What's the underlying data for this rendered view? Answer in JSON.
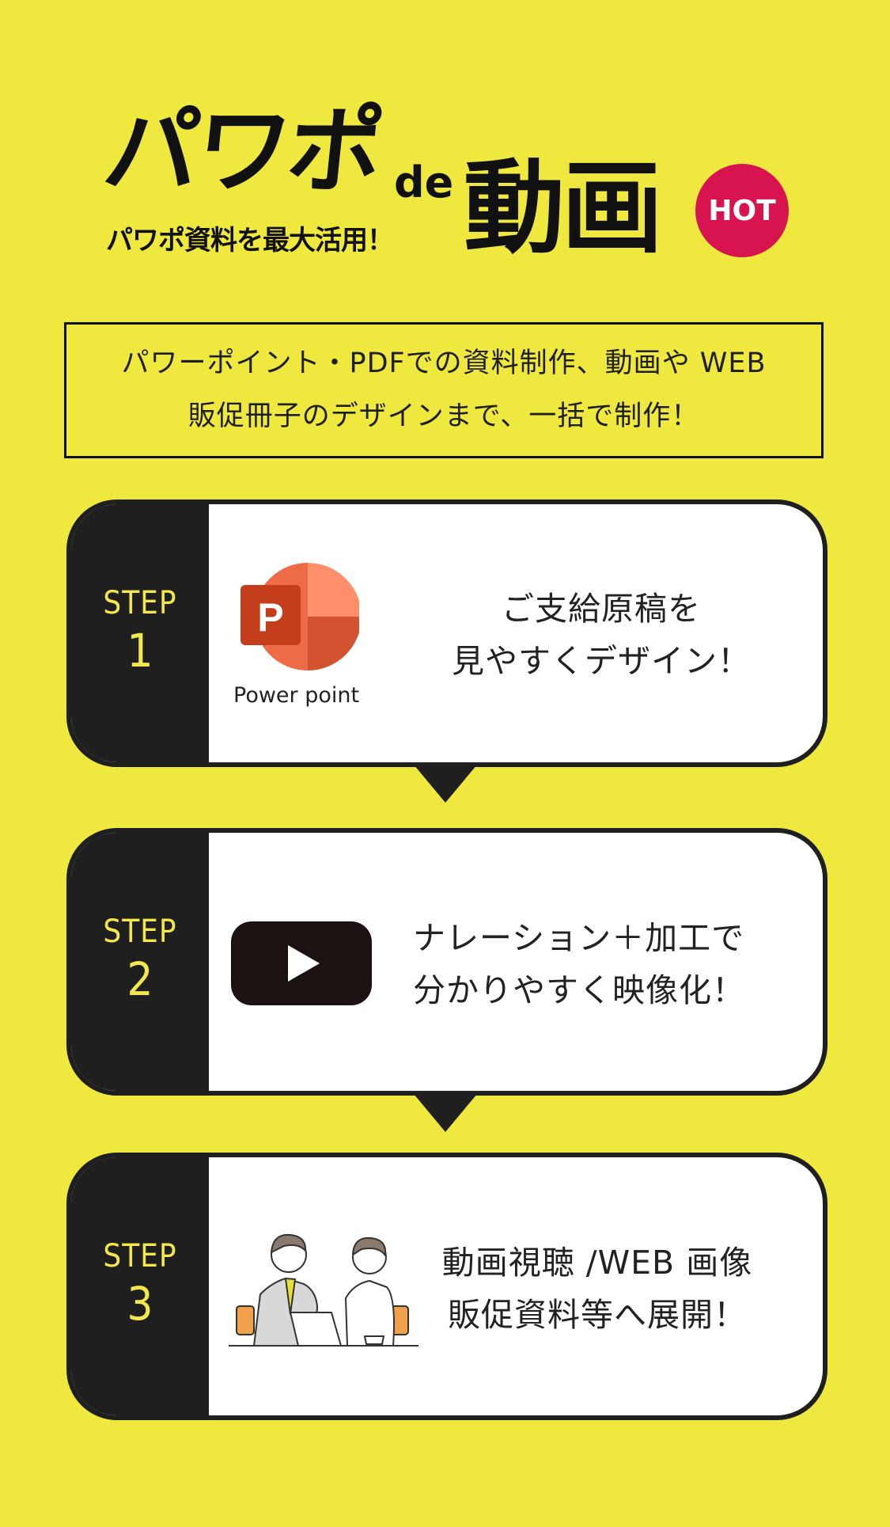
{
  "header": {
    "title_main": "パワポ",
    "title_de": "de",
    "title_douga": "動画",
    "subtitle": "パワポ資料を最大活用！",
    "badge": "HOT"
  },
  "intro": {
    "line1": "パワーポイント・PDFでの資料制作、動画や WEB",
    "line2": "販促冊子のデザインまで、一括で制作！"
  },
  "steps": [
    {
      "label": "STEP",
      "number": "1",
      "icon": "powerpoint-icon",
      "icon_label": "Power point",
      "line1": "ご支給原稿を",
      "line2": "見やすくデザイン！"
    },
    {
      "label": "STEP",
      "number": "2",
      "icon": "video-play-icon",
      "line1": "ナレーション＋加工で",
      "line2": "分かりやすく映像化！"
    },
    {
      "label": "STEP",
      "number": "3",
      "icon": "business-meeting-illustration",
      "line1": "動画視聴 /WEB 画像",
      "line2": "販促資料等へ展開！"
    }
  ],
  "colors": {
    "background": "#efe83e",
    "hot": "#d81450",
    "step_text": "#f2e84c",
    "dark": "#1f1f1f"
  }
}
